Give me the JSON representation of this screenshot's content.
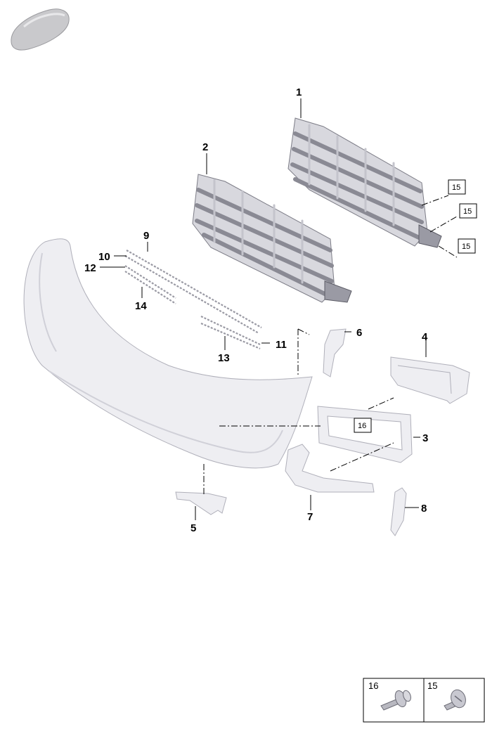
{
  "callouts": [
    {
      "n": "1"
    },
    {
      "n": "2"
    },
    {
      "n": "3"
    },
    {
      "n": "4"
    },
    {
      "n": "5"
    },
    {
      "n": "6"
    },
    {
      "n": "7"
    },
    {
      "n": "8"
    },
    {
      "n": "9"
    },
    {
      "n": "10"
    },
    {
      "n": "11"
    },
    {
      "n": "12"
    },
    {
      "n": "13"
    },
    {
      "n": "14"
    }
  ],
  "boxed_refs": [
    "15",
    "15",
    "15",
    "16"
  ],
  "legend": [
    {
      "n": "16",
      "icon": "push-rivet-icon"
    },
    {
      "n": "15",
      "icon": "screw-icon"
    }
  ],
  "colors": {
    "part_fill": "#eeeef2",
    "grille_fill": "#d8d8de",
    "line": "#000000"
  }
}
